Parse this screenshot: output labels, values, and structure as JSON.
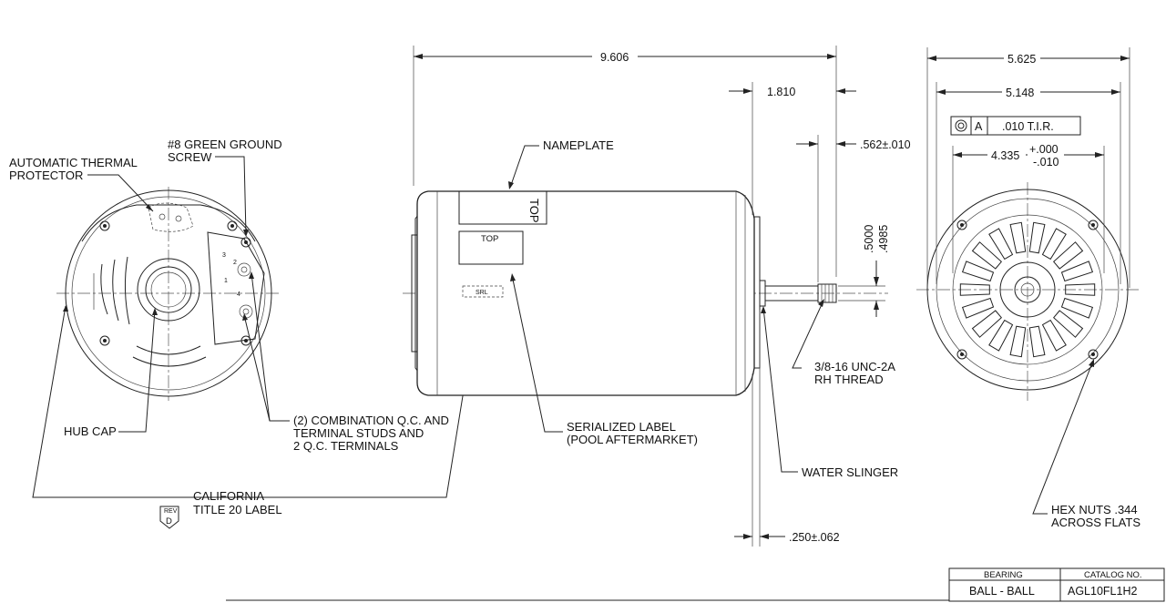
{
  "left_view": {
    "thermal_protector_label": [
      "AUTOMATIC THERMAL",
      "PROTECTOR"
    ],
    "ground_screw_label": [
      "#8 GREEN GROUND",
      "SCREW"
    ],
    "hub_cap_label": "HUB CAP",
    "terminals_label": [
      "(2) COMBINATION Q.C. AND",
      "TERMINAL STUDS AND",
      "2 Q.C. TERMINALS"
    ],
    "california_label": [
      "CALIFORNIA",
      "TITLE 20 LABEL"
    ],
    "rev_badge": {
      "top": "REV",
      "letter": "D"
    }
  },
  "side_view": {
    "overall_length": "9.606",
    "shaft_extension": "1.810",
    "flat_length": ".562±.010",
    "shaft_dia_max": ".5000",
    "shaft_dia_min": ".4985",
    "slinger_gap": ".250±.062",
    "nameplate_label": "NAMEPLATE",
    "top_mark_1": "TOP",
    "top_mark_2": "TOP",
    "serialized_small": "SRL",
    "serialized_label": [
      "SERIALIZED LABEL",
      "(POOL AFTERMARKET)"
    ],
    "thread_label": [
      "3/8-16 UNC-2A",
      "RH THREAD"
    ],
    "water_slinger_label": "WATER SLINGER"
  },
  "right_view": {
    "outer_dia": "5.625",
    "bolt_circle": "5.148",
    "pilot_dia": "4.335",
    "pilot_tol_plus": "+.000",
    "pilot_tol_minus": "-.010",
    "fcf_datum": "A",
    "fcf_value": ".010 T.I.R.",
    "hex_nuts_label": [
      "HEX NUTS .344",
      "ACROSS FLATS"
    ]
  },
  "title_block": {
    "bearing_header": "BEARING",
    "bearing_value": "BALL - BALL",
    "catalog_header": "CATALOG NO.",
    "catalog_value": "AGL10FL1H2"
  }
}
